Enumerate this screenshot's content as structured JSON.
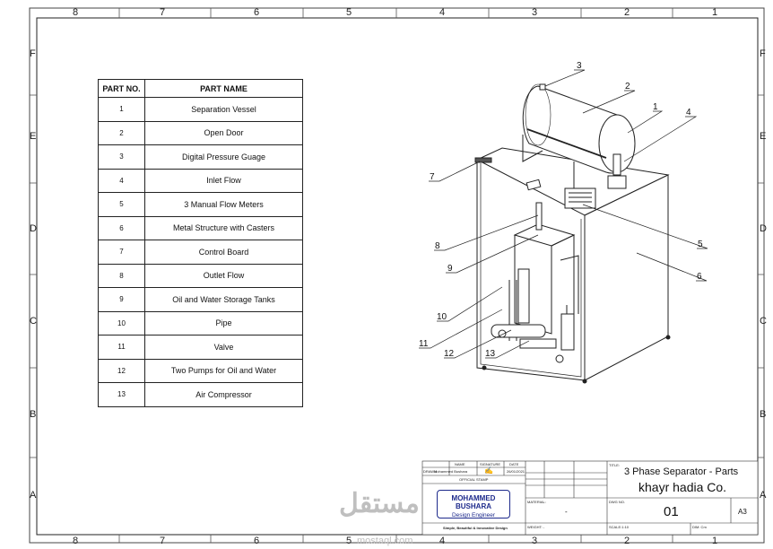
{
  "zones": {
    "columns": [
      "8",
      "7",
      "6",
      "5",
      "4",
      "3",
      "2",
      "1"
    ],
    "rows": [
      "F",
      "E",
      "D",
      "C",
      "B",
      "A"
    ]
  },
  "parts_table": {
    "headers": [
      "PART NO.",
      "PART NAME"
    ],
    "rows": [
      {
        "no": "1",
        "name": "Separation Vessel"
      },
      {
        "no": "2",
        "name": "Open Door"
      },
      {
        "no": "3",
        "name": "Digital Pressure Guage"
      },
      {
        "no": "4",
        "name": "Inlet Flow"
      },
      {
        "no": "5",
        "name": "3 Manual Flow Meters"
      },
      {
        "no": "6",
        "name": "Metal Structure with Casters"
      },
      {
        "no": "7",
        "name": "Control Board"
      },
      {
        "no": "8",
        "name": "Outlet Flow"
      },
      {
        "no": "9",
        "name": "Oil and Water Storage Tanks"
      },
      {
        "no": "10",
        "name": "Pipe"
      },
      {
        "no": "11",
        "name": "Valve"
      },
      {
        "no": "12",
        "name": "Two Pumps for Oil and Water"
      },
      {
        "no": "13",
        "name": "Air Compressor"
      }
    ]
  },
  "balloons": [
    "1",
    "2",
    "3",
    "4",
    "5",
    "6",
    "7",
    "8",
    "9",
    "10",
    "11",
    "12",
    "13"
  ],
  "title_block": {
    "name_label": "NAME",
    "signature_label": "SIGNATURE",
    "date_label": "DATE",
    "drawn_label": "DRAWN",
    "drawn_name": "Mohammed Bushara",
    "date": "26/01/2021",
    "official_stamp_label": "OFFICIAL STAMP",
    "stamp_name": "MOHAMMED BUSHARA",
    "stamp_role": "Design Engineer",
    "slogan": "Simple, Beautiful & Innovative Design",
    "material_label": "MATERIAL:",
    "material_value": "-",
    "weight_label": "WEIGHT: -",
    "title_label": "TITLE:",
    "title": "3 Phase Separator - Parts",
    "company": "khayr hadia Co.",
    "dwg_no_label": "DWG NO.",
    "dwg_no": "01",
    "sheet_size": "A3",
    "scale_label": "SCALE:1:10",
    "dim_label": "DIM: Cm"
  },
  "watermark": {
    "arabic": "مستقل",
    "latin": "mostaql.com"
  },
  "colors": {
    "line": "#222222",
    "stamp": "#1d2a8c",
    "watermark": "#bfbfbf"
  }
}
